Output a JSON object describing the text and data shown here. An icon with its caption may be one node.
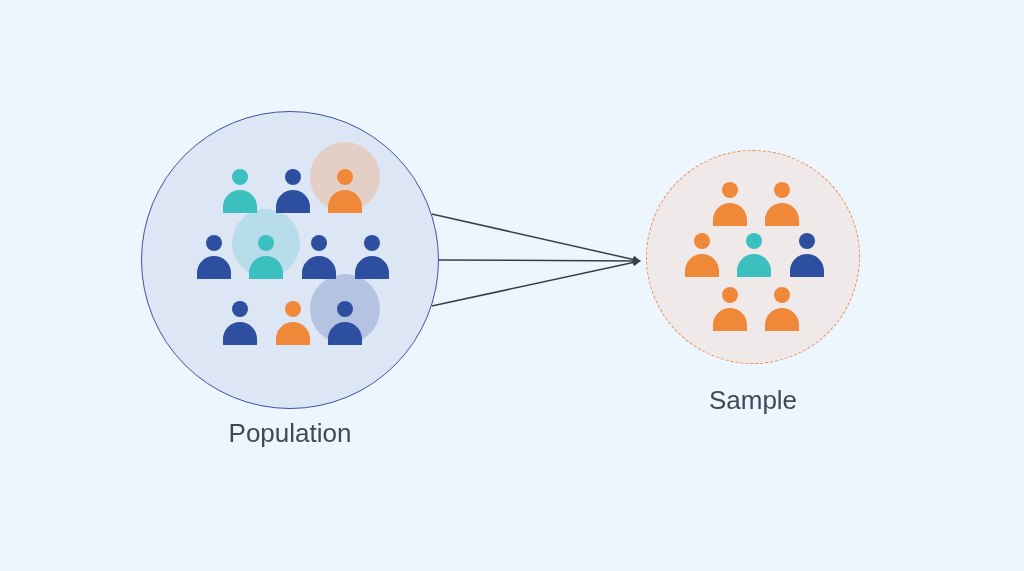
{
  "diagram": {
    "nodes": [
      {
        "text": [
          "Population"
        ]
      },
      {
        "text": [
          "Sample"
        ]
      }
    ],
    "edges": [
      {
        "from": 0,
        "to": 1,
        "arrow": "to"
      },
      {
        "from": 0,
        "to": 1,
        "arrow": "to"
      },
      {
        "from": 0,
        "to": 1,
        "arrow": "to"
      }
    ]
  }
}
